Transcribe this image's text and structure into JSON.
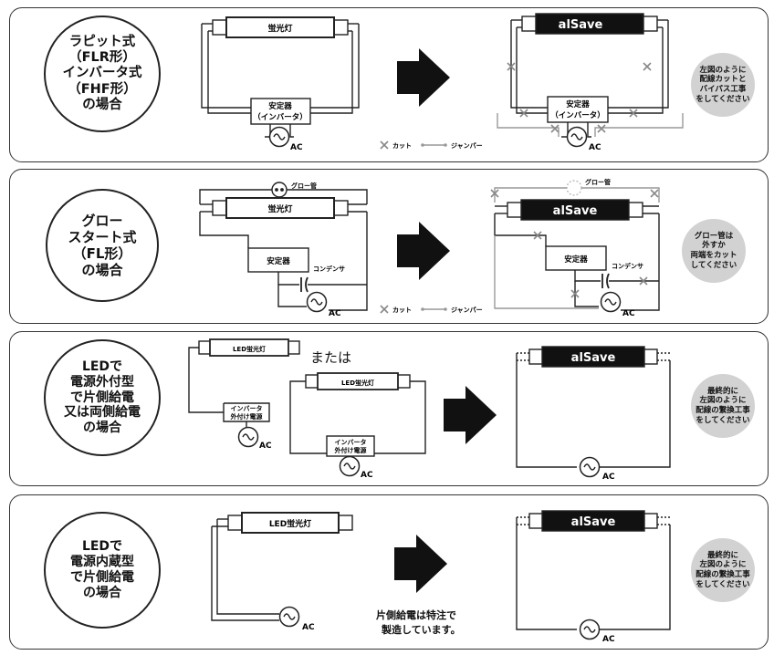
{
  "common": {
    "ac": "AC",
    "alsave": "alSave",
    "fluor_lamp": "蛍光灯",
    "led_lamp": "LED蛍光灯",
    "ballast": "安定器",
    "inverter": "（インバータ）",
    "external_power_1": "インバータ",
    "external_power_2": "外付け電源",
    "glow_tube": "グロー管",
    "condenser": "コンデンサ",
    "legend_cut": "カット",
    "legend_jumper": "ジャンパー"
  },
  "panels": [
    {
      "title": "ラピット式\n（FLR形）\nインバータ式\n（FHF形）\nの場合",
      "note": "左図のように\n配線カットと\nバイパス工事\nをしてください"
    },
    {
      "title": "グロー\nスタート式\n（FL形）\nの場合",
      "note": "グロー管は\n外すか\n両端をカット\nしてください"
    },
    {
      "title": "LEDで\n電源外付型\nで片側給電\n又は両側給電\nの場合",
      "note": "最終的に\n左図のように\n配線の繋換工事\nをしてください",
      "or_text": "または"
    },
    {
      "title": "LEDで\n電源内蔵型\nで片側給電\nの場合",
      "note": "最終的に\n左図のように\n配線の繋換工事\nをしてください",
      "footnote_1": "片側給電は特注で",
      "footnote_2": "製造しています。"
    }
  ]
}
